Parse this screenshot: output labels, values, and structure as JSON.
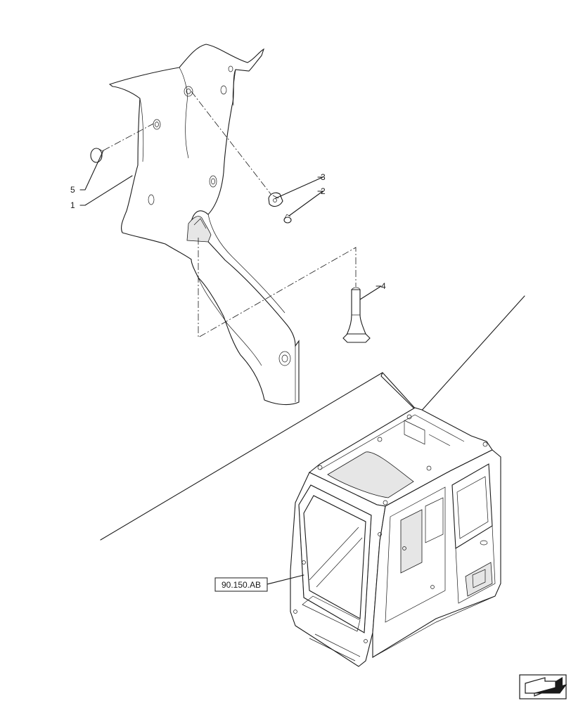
{
  "callouts": [
    {
      "id": "1",
      "text": "1"
    },
    {
      "id": "2",
      "text": "2"
    },
    {
      "id": "3",
      "text": "3"
    },
    {
      "id": "4",
      "text": "4"
    },
    {
      "id": "5",
      "text": "5"
    }
  ],
  "reference": {
    "text": "90.150.AB"
  },
  "icons": {
    "nav": "arrow-icon"
  }
}
